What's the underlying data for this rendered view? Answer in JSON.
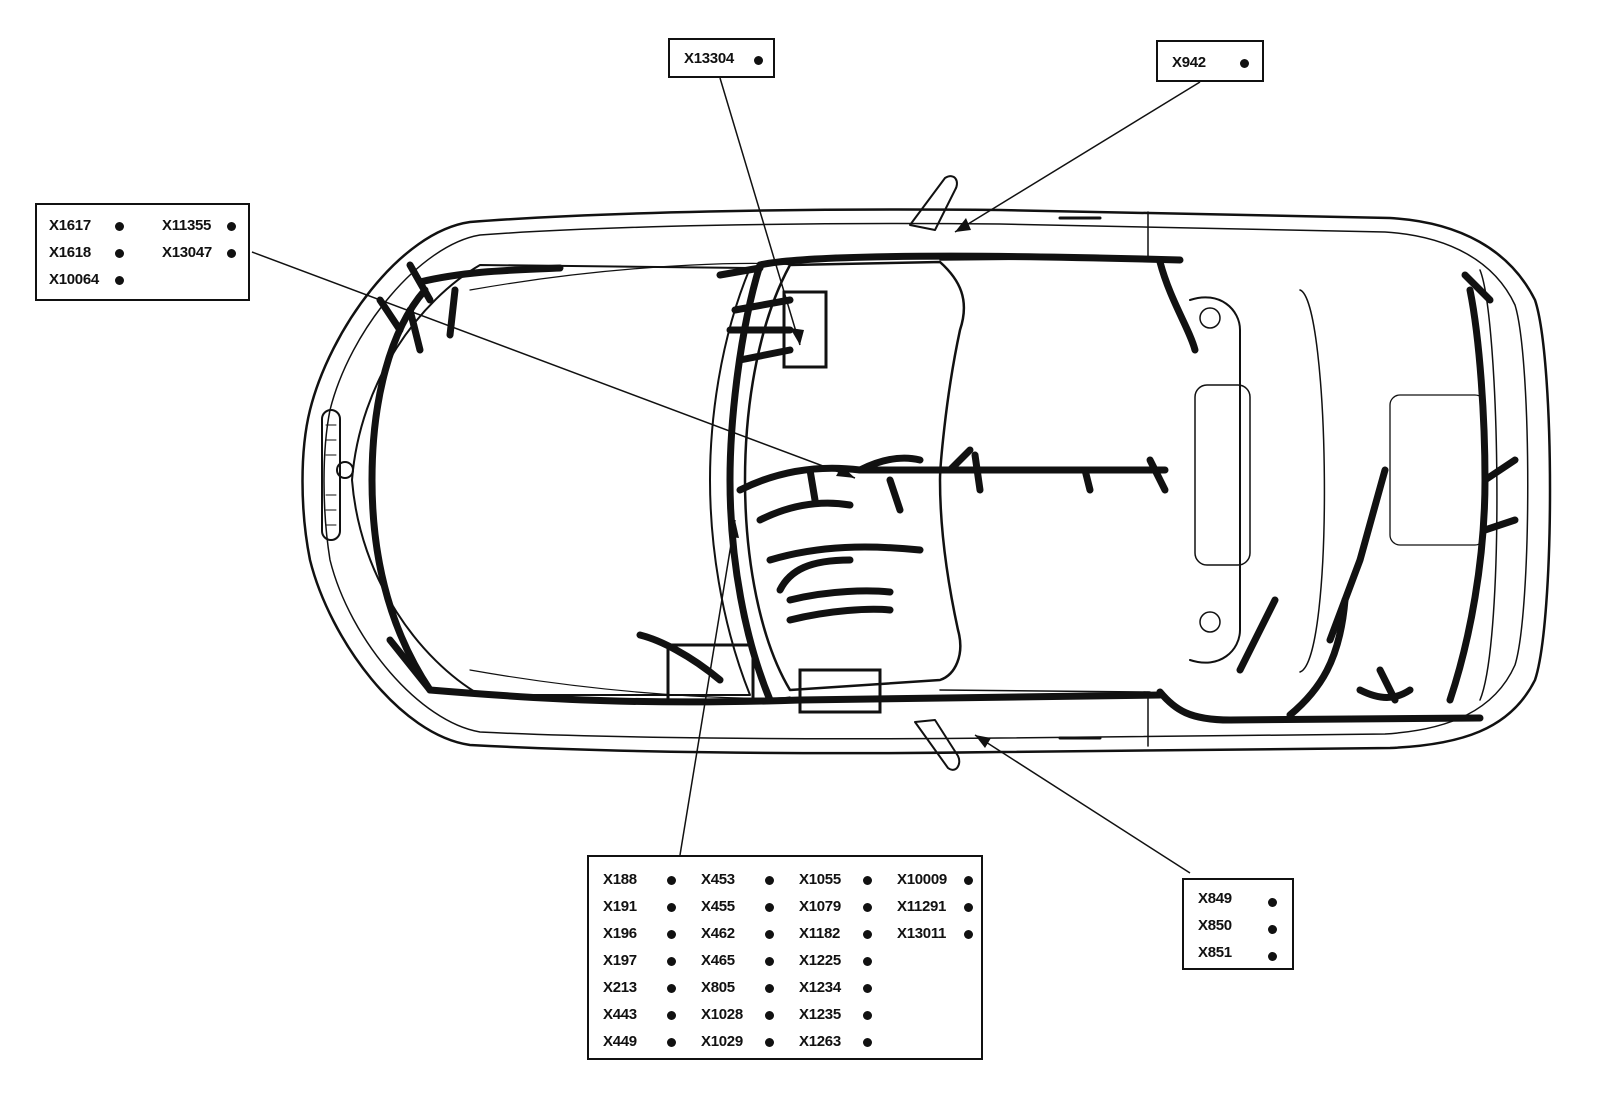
{
  "colors": {
    "line": "#111111",
    "harness": "#111111",
    "background": "#ffffff"
  },
  "callouts": {
    "top_center": {
      "connectors": [
        "X13304"
      ]
    },
    "top_right": {
      "connectors": [
        "X942"
      ]
    },
    "left": {
      "col1": [
        "X1617",
        "X1618",
        "X10064"
      ],
      "col2": [
        "X11355",
        "X13047"
      ]
    },
    "right": {
      "connectors": [
        "X849",
        "X850",
        "X851"
      ]
    },
    "bottom": {
      "col1": [
        "X188",
        "X191",
        "X196",
        "X197",
        "X213",
        "X443",
        "X449"
      ],
      "col2": [
        "X453",
        "X455",
        "X462",
        "X465",
        "X805",
        "X1028",
        "X1029"
      ],
      "col3": [
        "X1055",
        "X1079",
        "X1182",
        "X1225",
        "X1234",
        "X1235",
        "X1263"
      ],
      "col4": [
        "X10009",
        "X11291",
        "X13011"
      ]
    }
  }
}
